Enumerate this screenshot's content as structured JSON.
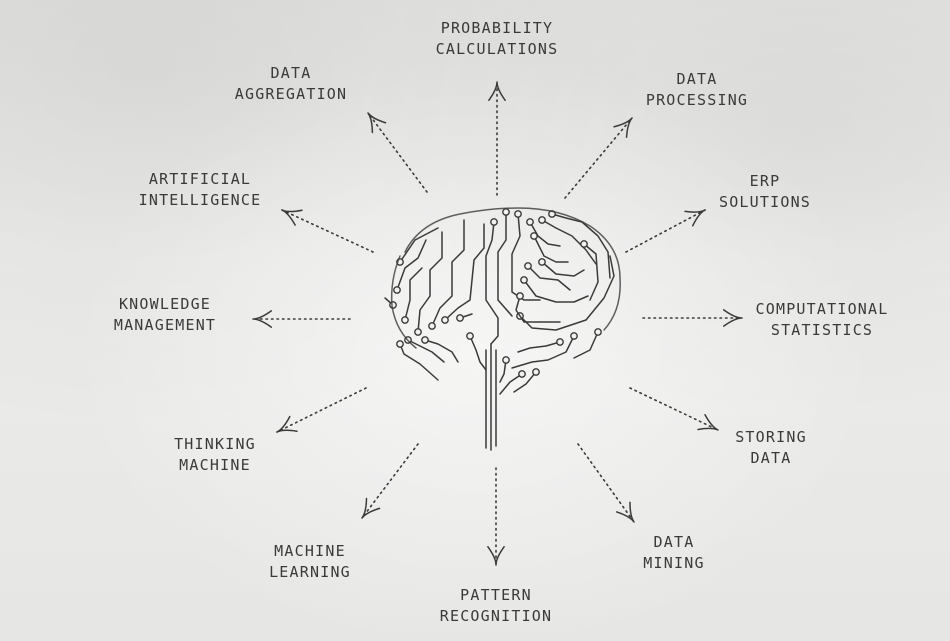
{
  "ink_color": "#3a3a3a",
  "concepts": [
    {
      "id": "probability",
      "lines": [
        "PROBABILITY",
        "CALCULATIONS"
      ]
    },
    {
      "id": "data-processing",
      "lines": [
        "DATA",
        "PROCESSING"
      ]
    },
    {
      "id": "erp",
      "lines": [
        "ERP",
        "SOLUTIONS"
      ]
    },
    {
      "id": "computational",
      "lines": [
        "COMPUTATIONAL",
        "STATISTICS"
      ]
    },
    {
      "id": "storing",
      "lines": [
        "STORING",
        "DATA"
      ]
    },
    {
      "id": "mining",
      "lines": [
        "DATA",
        "MINING"
      ]
    },
    {
      "id": "pattern",
      "lines": [
        "PATTERN",
        "RECOGNITION"
      ]
    },
    {
      "id": "machine-learning",
      "lines": [
        "MACHINE",
        "LEARNING"
      ]
    },
    {
      "id": "thinking",
      "lines": [
        "THINKING",
        "MACHINE"
      ]
    },
    {
      "id": "knowledge",
      "lines": [
        "KNOWLEDGE",
        "MANAGEMENT"
      ]
    },
    {
      "id": "ai",
      "lines": [
        "ARTIFICIAL",
        "INTELLIGENCE"
      ]
    },
    {
      "id": "aggregation",
      "lines": [
        "DATA",
        "AGGREGATION"
      ]
    }
  ],
  "brain_icon": "circuit-brain-icon"
}
